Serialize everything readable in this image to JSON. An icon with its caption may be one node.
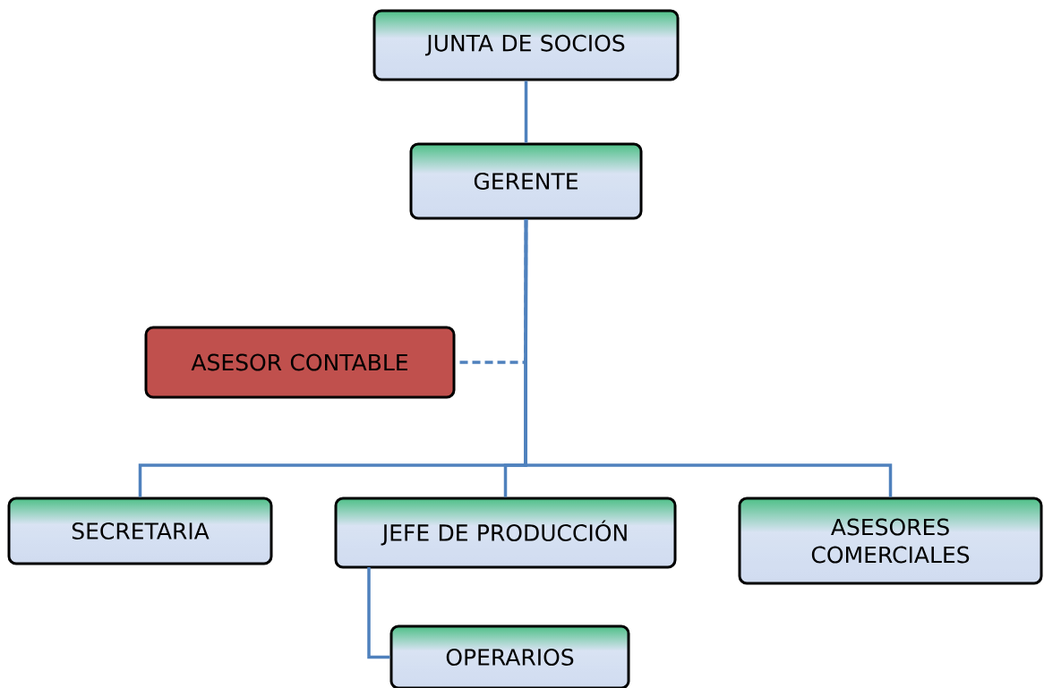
{
  "diagram": {
    "nodes": [
      {
        "text": [
          "JUNTA DE SOCIOS"
        ]
      },
      {
        "text": [
          "GERENTE"
        ]
      },
      {
        "text": [
          "ASESOR CONTABLE"
        ]
      },
      {
        "text": [
          "SECRETARIA"
        ]
      },
      {
        "text": [
          "JEFE DE PRODUCCIÓN"
        ]
      },
      {
        "text": [
          "ASESORES COMERCIALES"
        ]
      },
      {
        "text": [
          "OPERARIOS"
        ]
      }
    ],
    "edges": [
      {
        "from": 0,
        "to": 1,
        "arrow": "none"
      },
      {
        "from": 1,
        "to": 2,
        "arrow": "none",
        "style": "dashed",
        "color": "#4f81bd"
      },
      {
        "from": 1,
        "to": 3,
        "arrow": "none"
      },
      {
        "from": 1,
        "to": 4,
        "arrow": "none"
      },
      {
        "from": 1,
        "to": 5,
        "arrow": "none"
      },
      {
        "from": 4,
        "to": 6,
        "arrow": "none"
      }
    ]
  }
}
